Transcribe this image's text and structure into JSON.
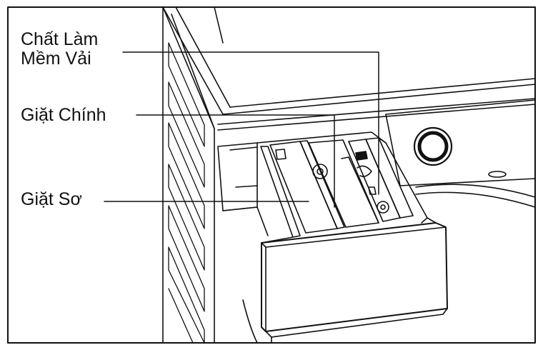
{
  "labels": {
    "softener": {
      "line1": "Chất Làm",
      "line2": "Mềm Vải"
    },
    "main_wash": "Giặt Chính",
    "pre_wash": "Giặt Sơ"
  },
  "colors": {
    "stroke": "#111111",
    "background": "#ffffff",
    "shade": "#dcdcdc"
  }
}
